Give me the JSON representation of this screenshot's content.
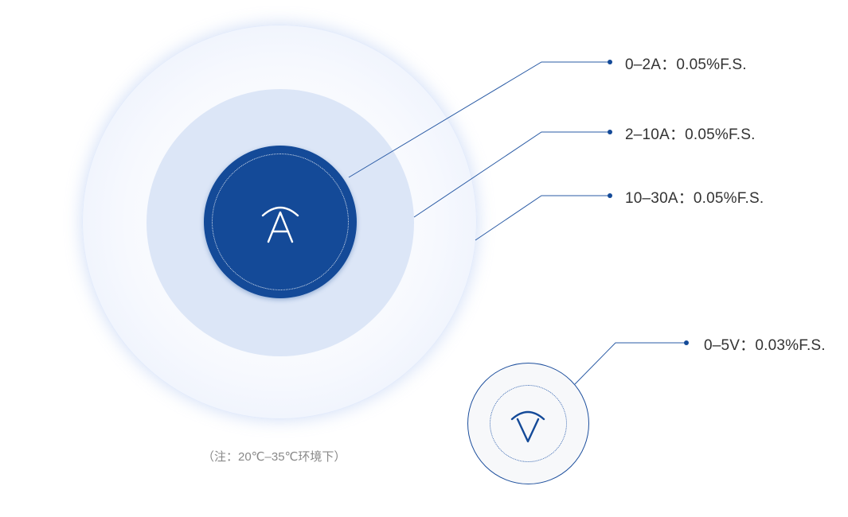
{
  "current_specs": [
    {
      "label": "0–2A：0.05%F.S."
    },
    {
      "label": "2–10A：0.05%F.S."
    },
    {
      "label": "10–30A：0.05%F.S."
    }
  ],
  "voltage_spec": {
    "label": "0–5V：0.03%F.S."
  },
  "note": "（注：20℃–35℃环境下）",
  "icons": {
    "current": "ammeter-a-icon",
    "voltage": "voltmeter-v-icon"
  },
  "colors": {
    "primary": "#144a98",
    "middle_ring": "#dce6f7",
    "outer_ring": "#eaf0fc",
    "line": "#2a5ba5",
    "text": "#333333",
    "note_text": "#888888"
  }
}
